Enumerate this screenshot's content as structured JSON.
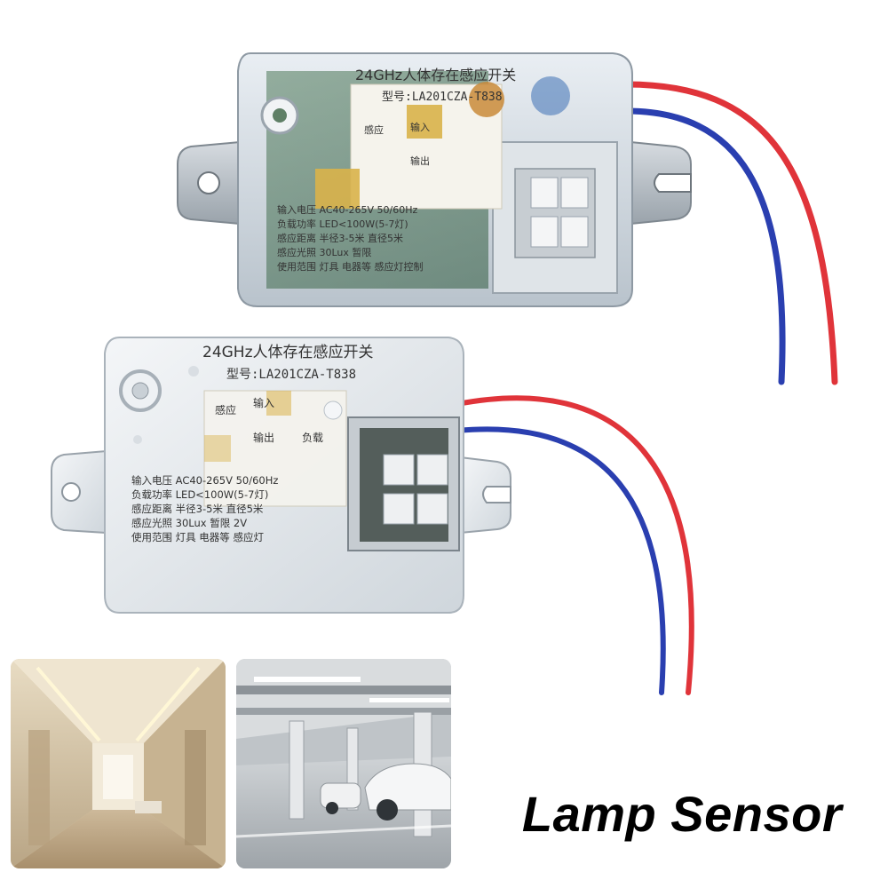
{
  "product": {
    "top_unit": {
      "title": "24GHz人体存在感应开关",
      "model": "型号:LA201CZA-T838",
      "spec_input": "输入电压 AC40-265V 50/60Hz",
      "spec_load": "负载功率 LED<100W(5-7灯)",
      "spec_label_1": "感应",
      "spec_label_2": "输入",
      "spec_label_3": "输出",
      "range_line": "感应距离 半径3-5米 直径5米",
      "light_line": "感应光照 30Lux 暂限",
      "use_line": "使用范围 灯具 电器等 感应灯控制"
    },
    "bottom_unit": {
      "title": "24GHz人体存在感应开关",
      "model": "型号:LA201CZA-T838",
      "spec_input": "输入电压 AC40-265V 50/60Hz",
      "spec_load": "负载功率 LED<100W(5-7灯)",
      "spec_range": "感应距离 半径3-5米 直径5米",
      "spec_light": "感应光照 30Lux 暂限 2V",
      "spec_use": "使用范围 灯具 电器等 感应灯",
      "label_sense": "感应",
      "label_in": "输入",
      "label_out": "输出",
      "label_load": "负载"
    },
    "wire_colors": {
      "red": "#e0343a",
      "blue": "#2a3fb0"
    }
  },
  "caption": {
    "text": "Lamp Sensor"
  }
}
